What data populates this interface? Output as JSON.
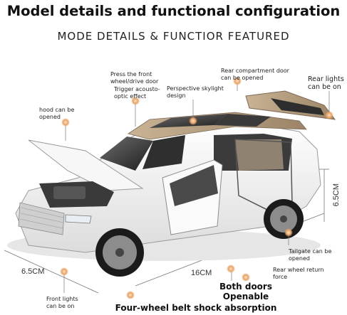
{
  "header": {
    "title": "Model details and functional configuration",
    "subtitle": "MODE DETAILS & FUNCTIOR FEATURED"
  },
  "callouts": {
    "front_door": [
      "Press the front",
      "wheel/drive door"
    ],
    "trigger": [
      "Trigger acousto-",
      "optic effect"
    ],
    "skylight": [
      "Perspective skylight",
      "design"
    ],
    "rear_compartment": [
      "Rear compartment door",
      "can be opened"
    ],
    "rear_lights": [
      "Rear lights",
      "can be on"
    ],
    "hood": [
      "hood can be",
      "opened"
    ],
    "tailgate": [
      "Tailgate can be",
      "opened"
    ],
    "rear_wheel": [
      "Rear wheel return",
      "force"
    ],
    "front_lights": [
      "Front lights",
      "can be on"
    ]
  },
  "dimensions": {
    "width": "6.5CM",
    "length": "16CM",
    "height": "6.5CM"
  },
  "bottom": {
    "doors": [
      "Both doors",
      "Openable"
    ],
    "shock": "Four-wheel belt shock absorption"
  },
  "colors": {
    "car_body": "#f4f4f2",
    "roof": "#b49a7c",
    "callout_dot": "#e9a262"
  }
}
